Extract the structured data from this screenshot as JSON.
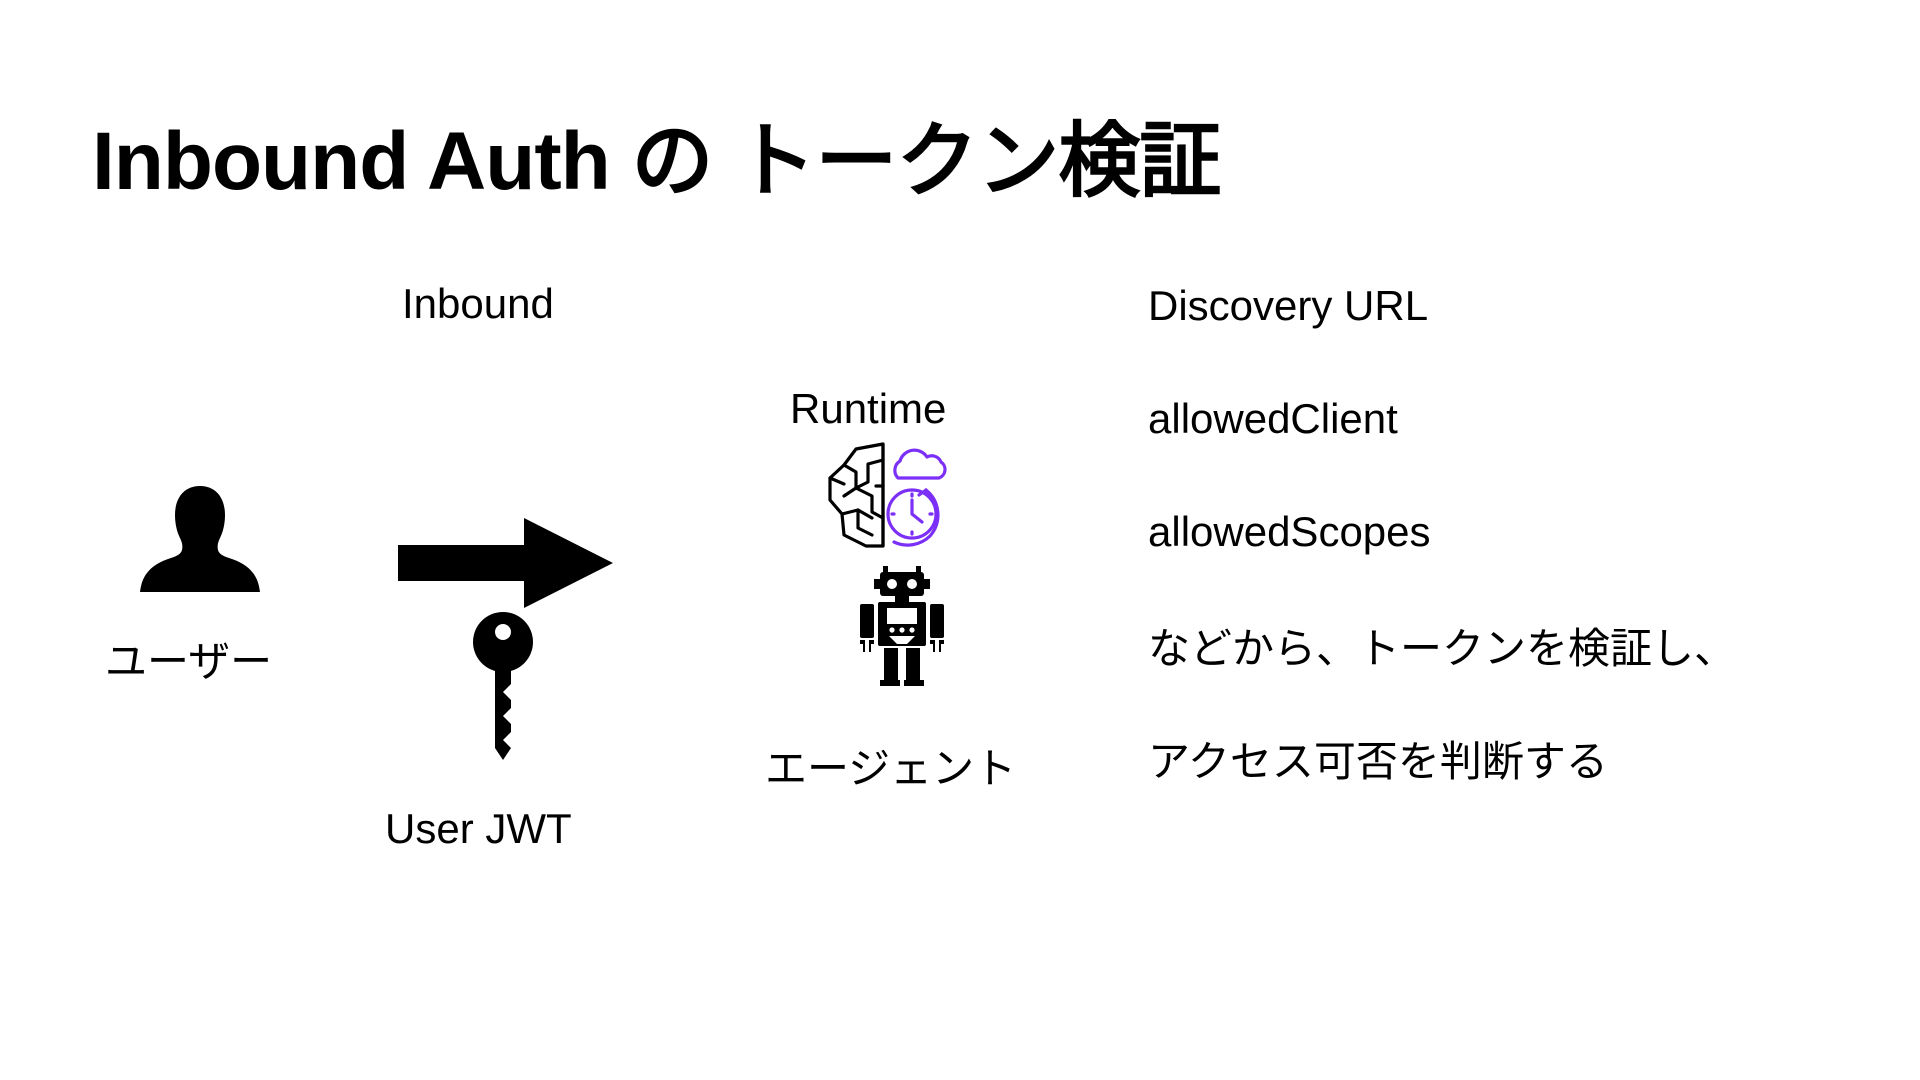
{
  "slide": {
    "title": "Inbound Auth の トークン検証",
    "background_color": "#ffffff",
    "text_color": "#000000",
    "accent_color": "#7b2ff7"
  },
  "flow": {
    "inbound_label": "Inbound",
    "user_label": "ユーザー",
    "user_jwt_label": "User JWT",
    "runtime_label": "Runtime",
    "agent_label": "エージェント"
  },
  "icons": {
    "user": "user-silhouette-icon",
    "arrow": "right-arrow-icon",
    "key": "key-icon",
    "runtime": "brain-cloud-clock-icon",
    "agent": "robot-icon"
  },
  "validation": {
    "items": [
      "Discovery URL",
      "allowedClient",
      "allowedScopes",
      "などから、トークンを検証し、",
      "アクセス可否を判断する"
    ]
  }
}
